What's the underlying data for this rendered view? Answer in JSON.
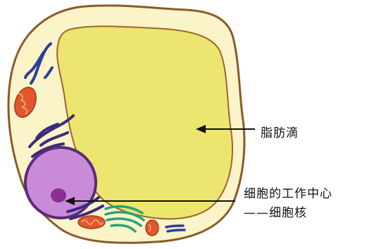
{
  "labels": {
    "fat_droplet": "脂肪滴",
    "nucleus_line1": "细胞的工作中心",
    "nucleus_line2": "——细胞核"
  },
  "colors": {
    "cytoplasm": "#fbf4c9",
    "membrane": "#8b5a2b",
    "fat_droplet": "#ece56f",
    "nucleus": "#c98bd8",
    "nucleolus": "#8a2f96",
    "er": "#2d3f9a",
    "mitochondria": "#e2572a",
    "golgi": "#2aa37a"
  }
}
